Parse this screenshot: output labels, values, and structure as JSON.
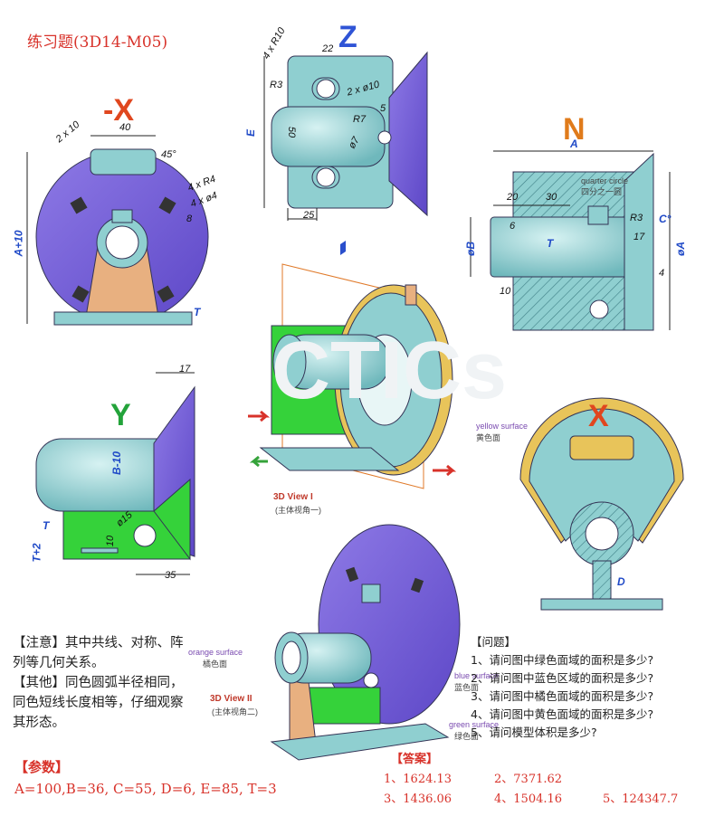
{
  "title": "练习题(3D14-M05)",
  "views": {
    "z": "Z",
    "neg_x": "-X",
    "n": "N",
    "y": "Y",
    "x": "X",
    "view1_en": "3D View I",
    "view1_cn": "(主体视角一)",
    "view2_en": "3D View II",
    "view2_cn": "(主体视角二)"
  },
  "dims_z": {
    "r10": "4 x R10",
    "d22": "22",
    "r3": "R3",
    "phi10": "2 x ø10",
    "r7": "R7",
    "d5": "5",
    "phi7": "ø7",
    "d50": "50",
    "e": "E",
    "d25": "25"
  },
  "dims_negx": {
    "d2x10": "2 x 10",
    "d40": "40",
    "a45": "45°",
    "r4": "4 x R4",
    "phi4": "4 x ø4",
    "d8": "8",
    "a10": "A+10",
    "t": "T"
  },
  "dims_n": {
    "a": "A",
    "d20": "20",
    "d30": "30",
    "quarter_en": "quarter circle",
    "quarter_cn": "四分之一圆",
    "r3": "R3",
    "c": "C°",
    "d6": "6",
    "t": "T",
    "d17": "17",
    "phiB": "øB",
    "phiA": "øA",
    "d4": "4",
    "d10": "10"
  },
  "dims_y": {
    "d17": "17",
    "b10": "B-10",
    "phi15": "ø15",
    "t": "T",
    "d10": "10",
    "t2": "T+2",
    "d35": "35"
  },
  "dims_x": {
    "d": "D"
  },
  "surfaces": {
    "yellow_en": "yellow surface",
    "yellow_cn": "黄色面",
    "orange_en": "orange surface",
    "orange_cn": "橘色面",
    "blue_en": "blue surface",
    "blue_cn": "蓝色面",
    "green_en": "green surface",
    "green_cn": "绿色面"
  },
  "notes": {
    "note1": "【注意】其中共线、对称、阵列等几何关系。",
    "note2": "【其他】同色圆弧半径相同，同色短线长度相等，仔细观察其形态。"
  },
  "questions": {
    "head": "【问题】",
    "items": [
      "1、请问图中绿色面域的面积是多少?",
      "2、请问图中蓝色区域的面积是多少?",
      "3、请问图中橘色面域的面积是多少?",
      "4、请问图中黄色面域的面积是多少?",
      "5、请问模型体积是多少?"
    ]
  },
  "params": {
    "head": "【参数】",
    "values": "A=100,B=36, C=55, D=6, E=85, T=3"
  },
  "answers": {
    "head": "【答案】",
    "a1": "1、1624.13",
    "a2": "2、7371.62",
    "a3": "3、1436.06",
    "a4": "4、1504.16",
    "a5": "5、124347.7"
  },
  "colors": {
    "teal": "#8fcfd0",
    "blue": "#7a63d8",
    "orange": "#e8b080",
    "yellow": "#e8c45a",
    "green": "#35d23a",
    "red": "#d8322a"
  }
}
